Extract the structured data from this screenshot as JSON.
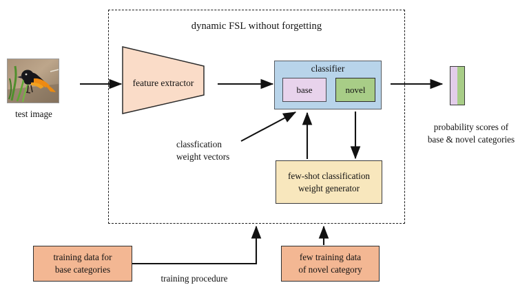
{
  "diagram": {
    "title": "dynamic FSL without forgetting",
    "dashed_region_name": "dynamic FSL without forgetting"
  },
  "input": {
    "image_caption": "test image",
    "image_subject": "bird-photo"
  },
  "feature_extractor": {
    "label": "feature extractor",
    "shape": "trapezoid",
    "fill": "#fadcc8"
  },
  "classifier": {
    "title": "classifier",
    "fill": "#b8d4ea",
    "base": {
      "label": "base",
      "fill": "#e8d3ec"
    },
    "novel": {
      "label": "novel",
      "fill": "#a8cd87"
    }
  },
  "weight_generator": {
    "line1": "few-shot classification",
    "line2": "weight generator",
    "fill": "#f8e7bd"
  },
  "weight_vectors": {
    "line1": "classfication",
    "line2": "weight vectors"
  },
  "output": {
    "caption_line1": "probability scores of",
    "caption_line2": "base & novel categories",
    "bar_base_color": "#e3cdea",
    "bar_novel_color": "#a8cd87"
  },
  "training": {
    "base_box_line1": "training data for",
    "base_box_line2": "base categories",
    "novel_box_line1": "few training data",
    "novel_box_line2": "of novel category",
    "procedure_label": "training procedure",
    "box_fill": "#f3b793"
  },
  "colors": {
    "stroke": "#111111",
    "dashed_border": "#1a1a1a",
    "background": "#ffffff"
  }
}
